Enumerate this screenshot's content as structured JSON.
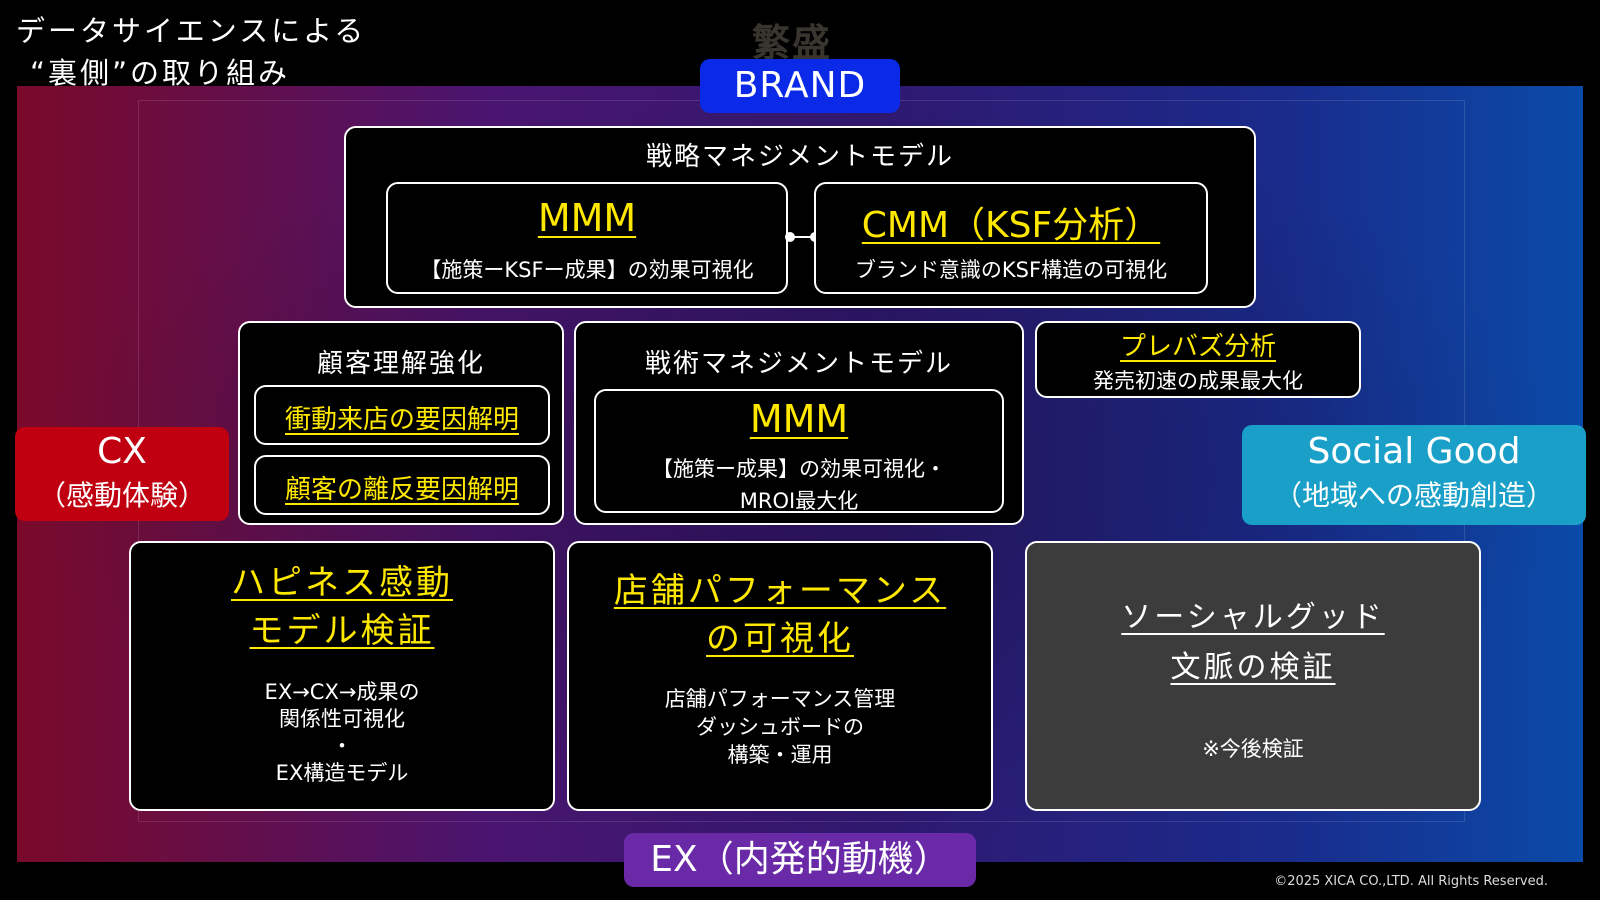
{
  "title": {
    "line1": "データサイエンスによる",
    "line2": "“裏側”の取り組み"
  },
  "watermark": "繁盛",
  "brand": "BRAND",
  "cx": {
    "label": "CX",
    "sub": "（感動体験）",
    "color": "#c00010"
  },
  "social_good": {
    "label": "Social Good",
    "sub": "（地域への感動創造）",
    "color": "#1aa0c8"
  },
  "ex": {
    "label": "EX（内発的動機）",
    "color": "#6a2aa8"
  },
  "strategic": {
    "title": "戦略マネジメントモデル",
    "mmm": {
      "title": "MMM",
      "desc": "【施策ーKSFー成果】の効果可視化"
    },
    "cmm": {
      "title": "CMM（KSF分析）",
      "desc": "ブランド意識のKSF構造の可視化"
    }
  },
  "customer": {
    "title": "顧客理解強化",
    "item1": "衝動来店の要因解明",
    "item2": "顧客の離反要因解明"
  },
  "tactical": {
    "title": "戦術マネジメントモデル",
    "mmm": {
      "title": "MMM",
      "desc1": "【施策ー成果】の効果可視化・",
      "desc2": "MROI最大化"
    }
  },
  "prebuzz": {
    "title": "プレバズ分析",
    "desc": "発売初速の成果最大化"
  },
  "happiness": {
    "title1": "ハピネス感動",
    "title2": "モデル検証",
    "desc1": "EX→CX→成果の",
    "desc2": "関係性可視化",
    "desc3": "・",
    "desc4": "EX構造モデル"
  },
  "store": {
    "title1": "店舗パフォーマンス",
    "title2": "の可視化",
    "desc1": "店舗パフォーマンス管理",
    "desc2": "ダッシュボードの",
    "desc3": "構築・運用"
  },
  "social": {
    "title1": "ソーシャルグッド",
    "title2": "文脈の検証",
    "desc": "※今後検証"
  },
  "copyright": "©2025 XICA CO.,LTD. All Rights Reserved."
}
